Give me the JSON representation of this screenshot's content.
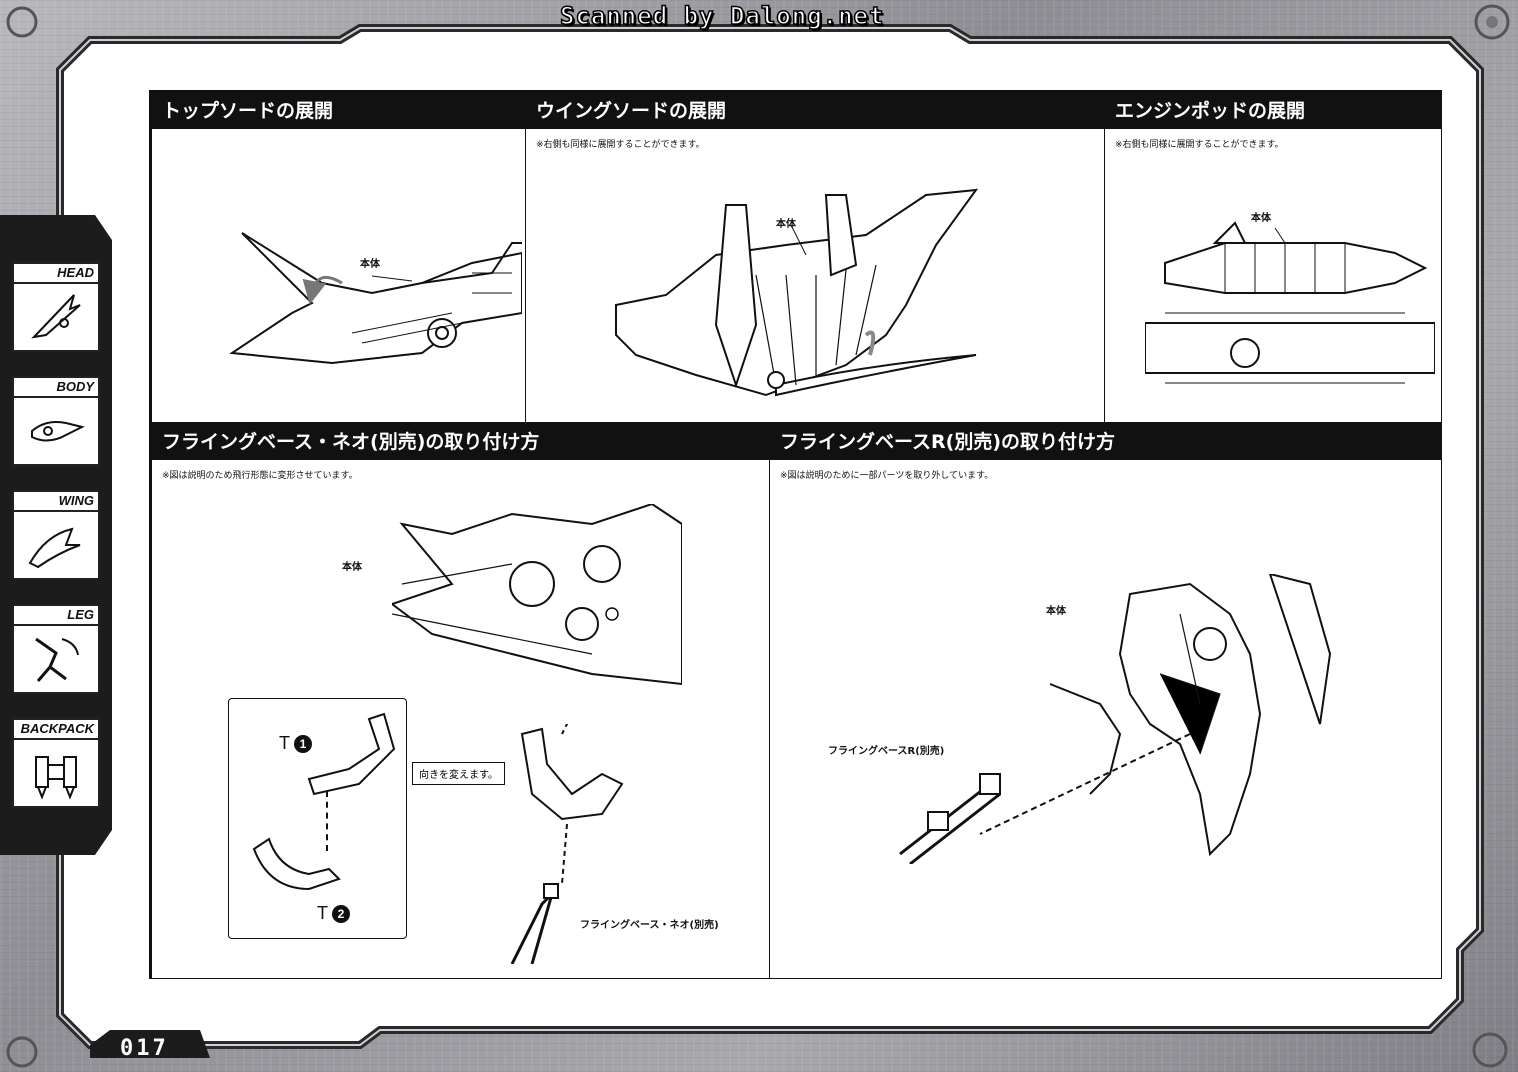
{
  "header": {
    "scan_credit": "Scanned by Dalong.net"
  },
  "page_number": "017",
  "side_tabs": [
    {
      "label": "HEAD",
      "icon": "head-part-icon"
    },
    {
      "label": "BODY",
      "icon": "body-part-icon"
    },
    {
      "label": "WING",
      "icon": "wing-part-icon"
    },
    {
      "label": "LEG",
      "icon": "leg-part-icon"
    },
    {
      "label": "BACKPACK",
      "icon": "backpack-part-icon"
    }
  ],
  "panels": {
    "top_sword": {
      "title": "トップソードの展開",
      "body_label": "本体"
    },
    "wing_sword": {
      "title": "ウイングソードの展開",
      "note": "※右側も同様に展開することができます。",
      "body_label": "本体"
    },
    "engine_pod": {
      "title": "エンジンポッドの展開",
      "note": "※右側も同様に展開することができます。",
      "body_label": "本体"
    },
    "flying_base_neo": {
      "title": "フライングベース・ネオ(別売)の取り付け方",
      "note": "※図は説明のため飛行形態に変形させています。",
      "body_label": "本体",
      "part_t1": "T",
      "part_t1_num": "1",
      "part_t2": "T",
      "part_t2_num": "2",
      "callout": "向きを変えます。",
      "stand_label": "フライングベース・ネオ(別売)"
    },
    "flying_base_r": {
      "title": "フライングベースR(別売)の取り付け方",
      "note": "※図は説明のために一部パーツを取り外しています。",
      "body_label": "本体",
      "stand_label": "フライングベースR(別売)"
    }
  }
}
